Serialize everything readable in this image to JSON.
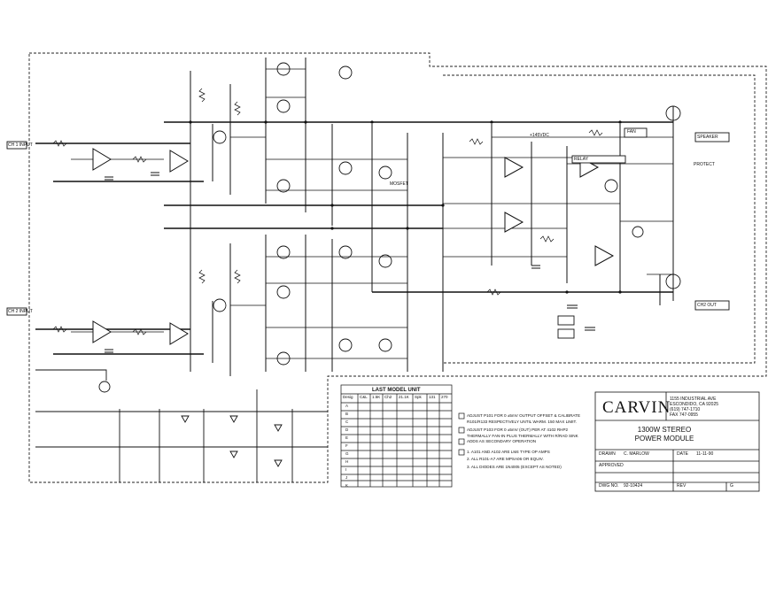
{
  "title_block": {
    "brand": "CARVIN",
    "address_lines": [
      "1155 INDUSTRIAL AVE",
      "ESCONDIDO, CA 92025",
      "(619) 747-1710",
      "FAX 747-0955"
    ],
    "title_lines": [
      "1300W STEREO",
      "POWER MODULE"
    ],
    "drawn_label": "DRAWN",
    "drawn_value": "C. MARLOW",
    "date_label": "DATE",
    "date_value": "11-11-90",
    "approved_label": "APPROVED",
    "dwg_label": "DWG NO.",
    "dwg_value": "92-10424",
    "rev_label": "REV",
    "rev_value": "G"
  },
  "table": {
    "heading": "LAST MODEL UNIT",
    "columns": [
      "Desig",
      "C&L",
      "1.5K",
      "Ch2",
      "21.1K",
      "Spk",
      "131",
      "270"
    ],
    "rows": [
      "A",
      "B",
      "C",
      "D",
      "E",
      "F",
      "G",
      "H",
      "I",
      "J",
      "K"
    ]
  },
  "notes": [
    "ADJUST P101 FOR 0 ±5mV OUTPUT OFFSET & CALIBRATE",
    "R101/R133 RESPECTIVELY UNTIL WARM. 150 MAX LIMIT.",
    "ADJUST P103 FOR 0 ±5mV (OUT) PER AT 4102 RHP2",
    "THERMALLY FAN-IN PLUS THERMALLY WITH R/RAD SINK",
    "ADDS AS SECONDARY OPERATION",
    "1. A101 AND A102 ARE LM4 TYPE OP AMPS",
    "2. ALL R101-A7 ARE MPSA06 OR EQUIV.",
    "3. ALL DIODES ARE 1N4005 (EXCEPT AS NOTED)"
  ],
  "labels": {
    "in1": "CH 1 INPUT",
    "in2": "CH 2 INPUT",
    "speaker": "SPEAKER",
    "ch2_out": "CH2 OUT",
    "fan": "FAN",
    "relay": "RELAY",
    "protect": "PROTECT",
    "volts": "+145VDC",
    "mosfet": "MOSFET"
  }
}
